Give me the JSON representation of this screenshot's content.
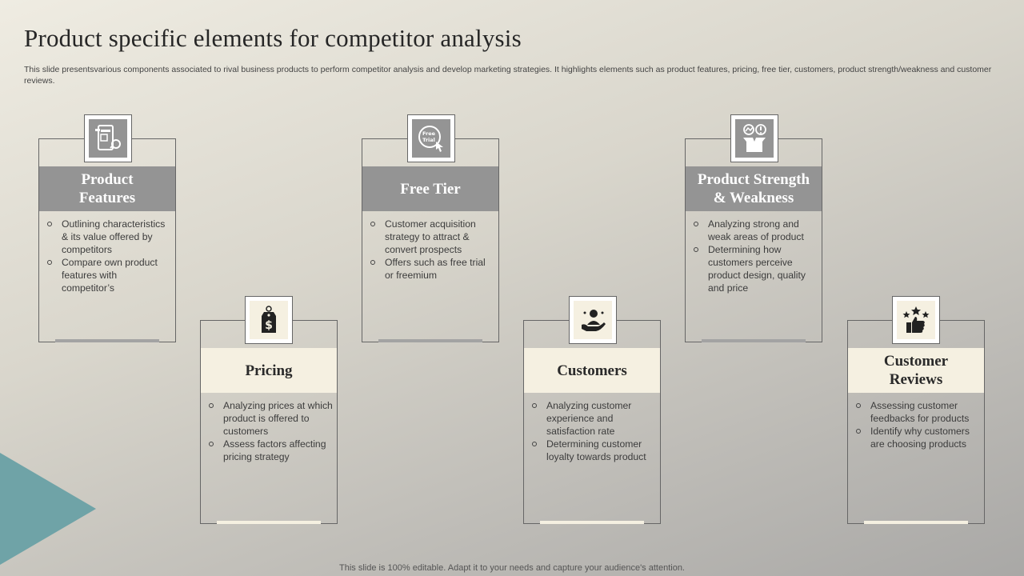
{
  "slide": {
    "title": "Product specific elements for competitor analysis",
    "subtitle": "This slide presentsvarious components associated to rival business products to perform competitor analysis and develop marketing strategies. It highlights elements such as product features, pricing, free tier, customers, product strength/weakness and customer reviews.",
    "footer": "This slide is 100% editable. Adapt it to your needs and capture your audience's attention."
  },
  "colors": {
    "grey_header": "#949494",
    "cream_header": "#f5f0e1",
    "accent_triangle": "#6fa3a7"
  },
  "cards": {
    "product_features": {
      "heading_line1": "Product",
      "heading_line2": "Features",
      "icon": "product-features-icon",
      "bullets": [
        "Outlining characteristics & its value offered by competitors",
        "Compare own product features with competitor’s"
      ]
    },
    "pricing": {
      "heading": "Pricing",
      "icon": "price-tag-icon",
      "bullets": [
        "Analyzing prices at which product is offered to customers",
        "Assess factors affecting pricing strategy"
      ]
    },
    "free_tier": {
      "heading": "Free Tier",
      "icon": "free-trial-icon",
      "icon_text_line1": "Free",
      "icon_text_line2": "Trial",
      "bullets": [
        "Customer acquisition strategy to attract & convert prospects",
        "Offers such as free trial or freemium"
      ]
    },
    "customers": {
      "heading": "Customers",
      "icon": "customer-hand-icon",
      "bullets": [
        "Analyzing customer experience and satisfaction rate",
        "Determining customer loyalty towards product"
      ]
    },
    "strength_weakness": {
      "heading_line1": "Product Strength",
      "heading_line2": "& Weakness",
      "icon": "strength-weakness-icon",
      "bullets": [
        "Analyzing strong and weak areas of product",
        "Determining how customers perceive product design, quality and price"
      ]
    },
    "customer_reviews": {
      "heading_line1": "Customer",
      "heading_line2": "Reviews",
      "icon": "thumbs-up-stars-icon",
      "bullets": [
        "Assessing customer feedbacks for products",
        "Identify why customers are choosing products"
      ]
    }
  }
}
